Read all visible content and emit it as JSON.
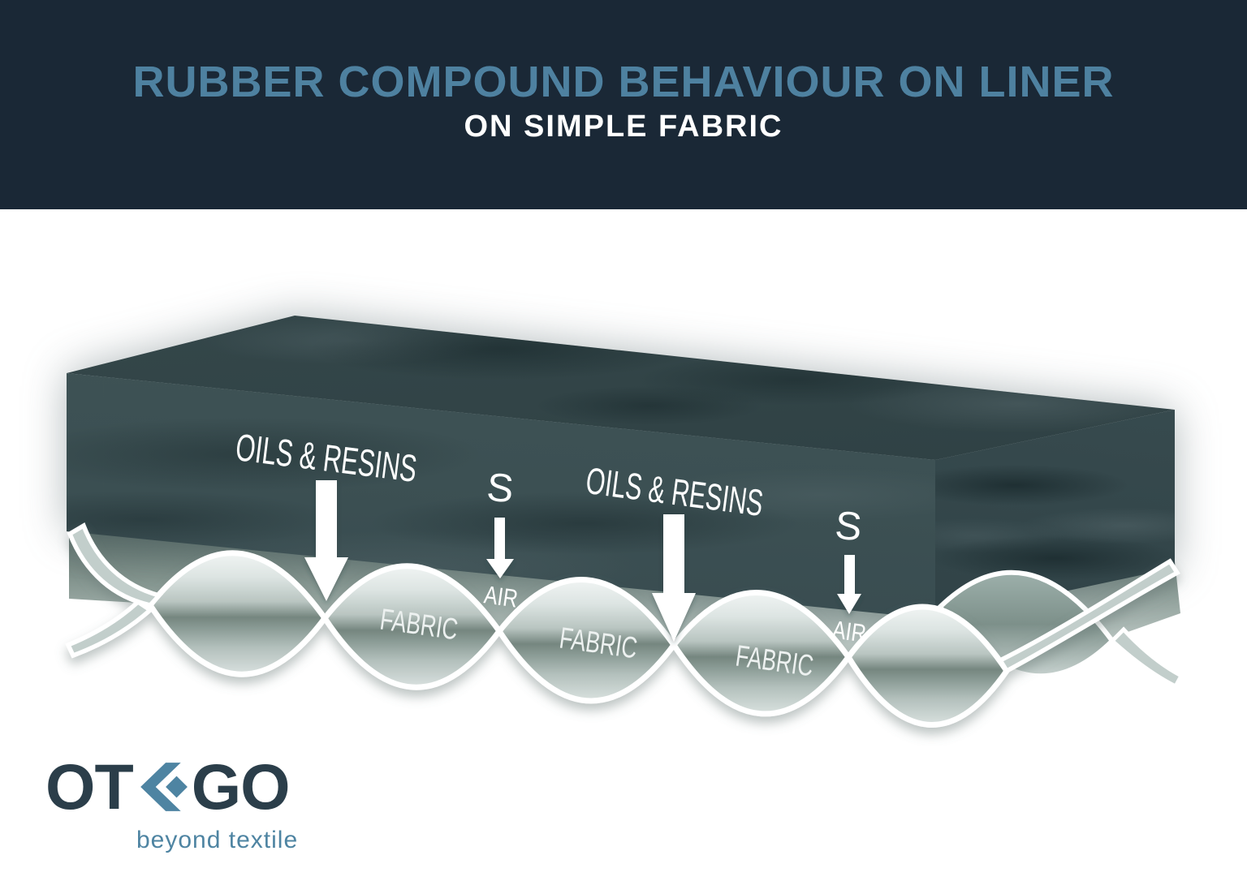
{
  "banner": {
    "title": "RUBBER COMPOUND BEHAVIOUR ON LINER",
    "subtitle": "ON SIMPLE FABRIC",
    "background_color": "#1a2836",
    "title_color": "#4e81a0",
    "subtitle_color": "#ffffff"
  },
  "diagram": {
    "oils_resins_labels": [
      "OILS & RESINS",
      "OILS & RESINS"
    ],
    "s_labels": [
      "S",
      "S"
    ],
    "air_labels": [
      "AIR",
      "AIR"
    ],
    "fabric_labels": [
      "FABRIC",
      "FABRIC",
      "FABRIC"
    ],
    "icons": [
      "oils-resins-down-arrow-1",
      "s-down-arrow-1",
      "oils-resins-down-arrow-2",
      "s-down-arrow-2"
    ],
    "rubber_block_color": "#3c5053",
    "fabric_yarn_color": "#c3cfcb",
    "arrow_color": "#ffffff"
  },
  "logo": {
    "brand_prefix": "OT",
    "brand_suffix": "GO",
    "tagline": "beyond textile",
    "brand_color": "#2b3e4a",
    "accent_color": "#4e84a2"
  }
}
